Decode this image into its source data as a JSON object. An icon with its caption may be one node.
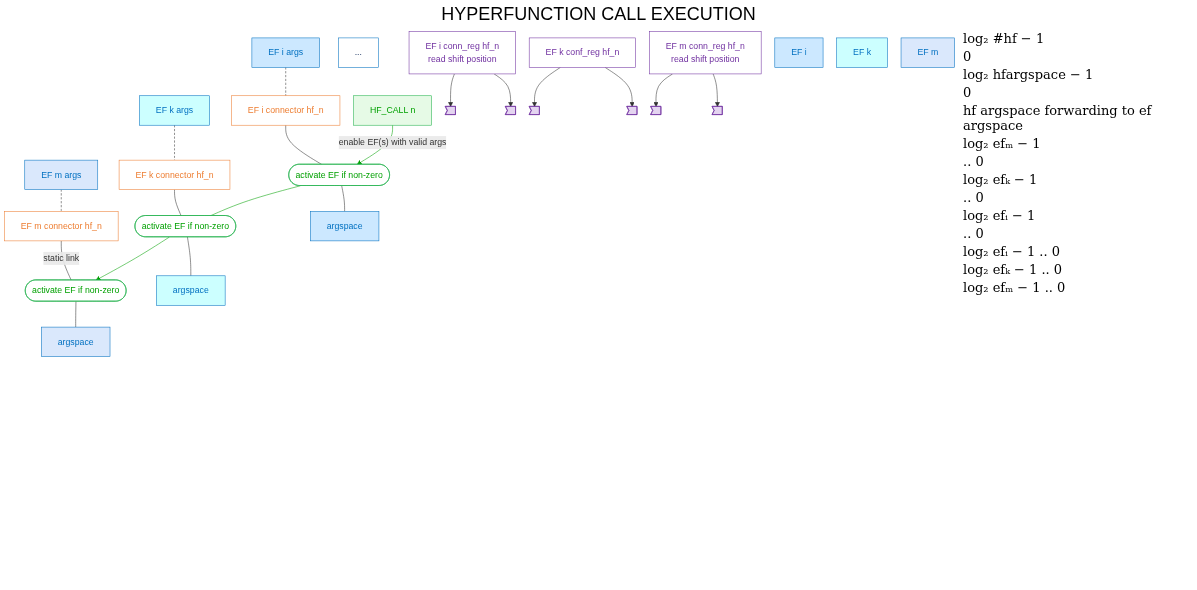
{
  "diagram": {
    "title": "HYPERFUNCTION CALL EXECUTION",
    "nodes": [
      {
        "text": [
          "HF_CALL n"
        ]
      },
      {
        "text": [
          "EF i args"
        ]
      },
      {
        "text": [
          "EF m args"
        ]
      },
      {
        "text": [
          "EF k args"
        ]
      },
      {
        "text": [
          "..."
        ]
      },
      {
        "text": [
          "EF i conn_reg hf_n",
          "read shift position"
        ]
      },
      {
        "text": [
          "EF m conn_reg hf_n",
          "read shift position"
        ]
      },
      {
        "text": [
          "EF i connector hf_n"
        ]
      },
      {
        "text": [
          "EF k connector hf_n"
        ]
      },
      {
        "text": [
          "EF m connector hf_n"
        ]
      },
      {
        "text": [
          "EF k conf_reg hf_n"
        ]
      },
      {
        "text": [],
        "shape": "arrow"
      },
      {
        "text": [],
        "shape": "arrow"
      },
      {
        "text": [],
        "shape": "arrow"
      },
      {
        "text": [],
        "shape": "arrow"
      },
      {
        "text": [],
        "shape": "arrow"
      },
      {
        "text": [],
        "shape": "arrow"
      },
      {
        "text": [
          "activate EF if non-zero"
        ]
      },
      {
        "text": [
          "activate EF if non-zero"
        ]
      },
      {
        "text": [
          "activate EF if non-zero"
        ]
      },
      {
        "text": [
          "EF i"
        ]
      },
      {
        "text": [
          "argspace"
        ]
      },
      {
        "text": [
          "EF k"
        ]
      },
      {
        "text": [
          "argspace"
        ]
      },
      {
        "text": [
          "EF m"
        ]
      },
      {
        "text": [
          "argspace"
        ]
      }
    ],
    "edges": [
      {
        "from": 0,
        "to": 17,
        "arrow": "to",
        "label": "enable EF(s) with valid args",
        "color": "#00a000"
      },
      {
        "from": 17,
        "to": 18,
        "arrow": "none",
        "color": "#00a000"
      },
      {
        "from": 18,
        "to": 19,
        "arrow": "to",
        "color": "#00a000"
      },
      {
        "from": 1,
        "to": 7,
        "arrow": "none",
        "style": "dashed"
      },
      {
        "from": 2,
        "to": 9,
        "arrow": "none",
        "style": "dashed"
      },
      {
        "from": 3,
        "to": 8,
        "arrow": "none",
        "style": "dashed"
      },
      {
        "from": 5,
        "to": 11,
        "arrow": "to"
      },
      {
        "from": 5,
        "to": 12,
        "arrow": "to"
      },
      {
        "from": 6,
        "to": 15,
        "arrow": "to"
      },
      {
        "from": 6,
        "to": 16,
        "arrow": "to"
      },
      {
        "from": 10,
        "to": 13,
        "arrow": "to"
      },
      {
        "from": 10,
        "to": 14,
        "arrow": "to"
      },
      {
        "from": 7,
        "to": 17,
        "arrow": "none"
      },
      {
        "from": 8,
        "to": 18,
        "arrow": "none"
      },
      {
        "from": 9,
        "to": 19,
        "arrow": "none",
        "label": "static link"
      },
      {
        "from": 17,
        "to": 21,
        "arrow": "none"
      },
      {
        "from": 18,
        "to": 23,
        "arrow": "none"
      },
      {
        "from": 19,
        "to": 25,
        "arrow": "none"
      }
    ],
    "labels": [
      "log₂ #hf − 1",
      "0",
      "log₂ hfargspace − 1",
      "0",
      "hf argspace forwarding to ef argspace",
      "log₂ efₘ − 1",
      ".. 0",
      "log₂ efₖ − 1",
      ".. 0",
      "log₂ efᵢ − 1",
      ".. 0",
      "log₂ efᵢ − 1 .. 0",
      "log₂ efₖ − 1 .. 0",
      "log₂ efₘ − 1 .. 0"
    ]
  }
}
